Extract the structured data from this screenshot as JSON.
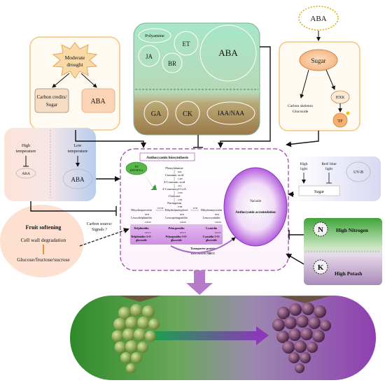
{
  "drought": {
    "title_line1": "Moderate",
    "title_line2": "drought",
    "carbon_line1": "Carbon credits/",
    "carbon_line2": "Sugar",
    "aba": "ABA"
  },
  "hormones": {
    "polyamine": "Polyamine",
    "et": "ET",
    "ja": "JA",
    "br": "BR",
    "aba": "ABA",
    "ga": "GA",
    "ck": "CK",
    "iaa": "IAA/NAA"
  },
  "sugar_panel": {
    "aba": "ABA",
    "sugar": "Sugar",
    "carbon_line1": "Carbon skeleton",
    "carbon_line2": "Glucoside",
    "hxk": "HXK",
    "tf": "TF"
  },
  "temperature": {
    "high_line1": "High",
    "high_line2": "temperature",
    "low_line1": "Low",
    "low_line2": "temperature",
    "aba_small": "ABA",
    "aba_large": "ABA"
  },
  "light": {
    "high_line1": "High",
    "high_line2": "light",
    "redblue_line1": "Red/ blue",
    "redblue_line2": "light",
    "uvb": "UV-B",
    "sugar": "Sugar"
  },
  "center": {
    "title": "Anthocyanin biosynthesis",
    "tf_line1": "TF",
    "tf_line2": "(MYBA1)",
    "pathway": [
      "Phenylalanine",
      "PAL",
      "Cinnamic acid",
      "C4H",
      "4-Coumaric acid",
      "4CL",
      "4-Coumaroyl-CoA",
      "CHS",
      "Chalcone",
      "CHI",
      "Naringenin",
      "F3H"
    ],
    "dhk": [
      "Dihydrokaempferol",
      "Dihydroquercetin",
      "Dihydromyricetin"
    ],
    "f3h_labels": [
      "F3'5'H",
      "F3'H"
    ],
    "dfr": "DFR",
    "leuco": [
      "Leucodelphinidin",
      "Leucopelargonidin",
      "Leucocyanidin"
    ],
    "ldox": "LDOX",
    "antho": [
      "Delphinidin",
      "Pelargonidin",
      "Cyanidin"
    ],
    "ufgt": "UFGT",
    "glucosides": [
      [
        "Delphinidin-3-O-",
        "glucoside"
      ],
      [
        "Pelargonidin-3-O-",
        "glucoside"
      ],
      [
        "Cyanidin-3-O-",
        "glucoside"
      ]
    ],
    "transport_line1": "Transporter protein",
    "transport_line2": "GST/MATE/ABCC",
    "vacuole": "Vacuole",
    "accumulation": "Anthocyanin accumulation"
  },
  "softening": {
    "title": "Fruit softening",
    "cell_wall": "Cell wall degradation",
    "sugars": "Glucose/fructose/sucrose",
    "signal_line1": "Carbon source/",
    "signal_line2": "Signals ?"
  },
  "nutrients": {
    "n_letter": "N",
    "n_label": "High Nitrogen",
    "k_letter": "K",
    "k_label": "High Potash"
  },
  "colors": {
    "peach_border": "#f5c67a",
    "hormone_top": "#bfe8d4",
    "hormone_bottom": "#a9885a",
    "purple_dash": "#9b3aa6",
    "vacuole": "#a23ad0",
    "nitrogen_green": "#52b04a",
    "potash_purple": "#b89ac4"
  }
}
